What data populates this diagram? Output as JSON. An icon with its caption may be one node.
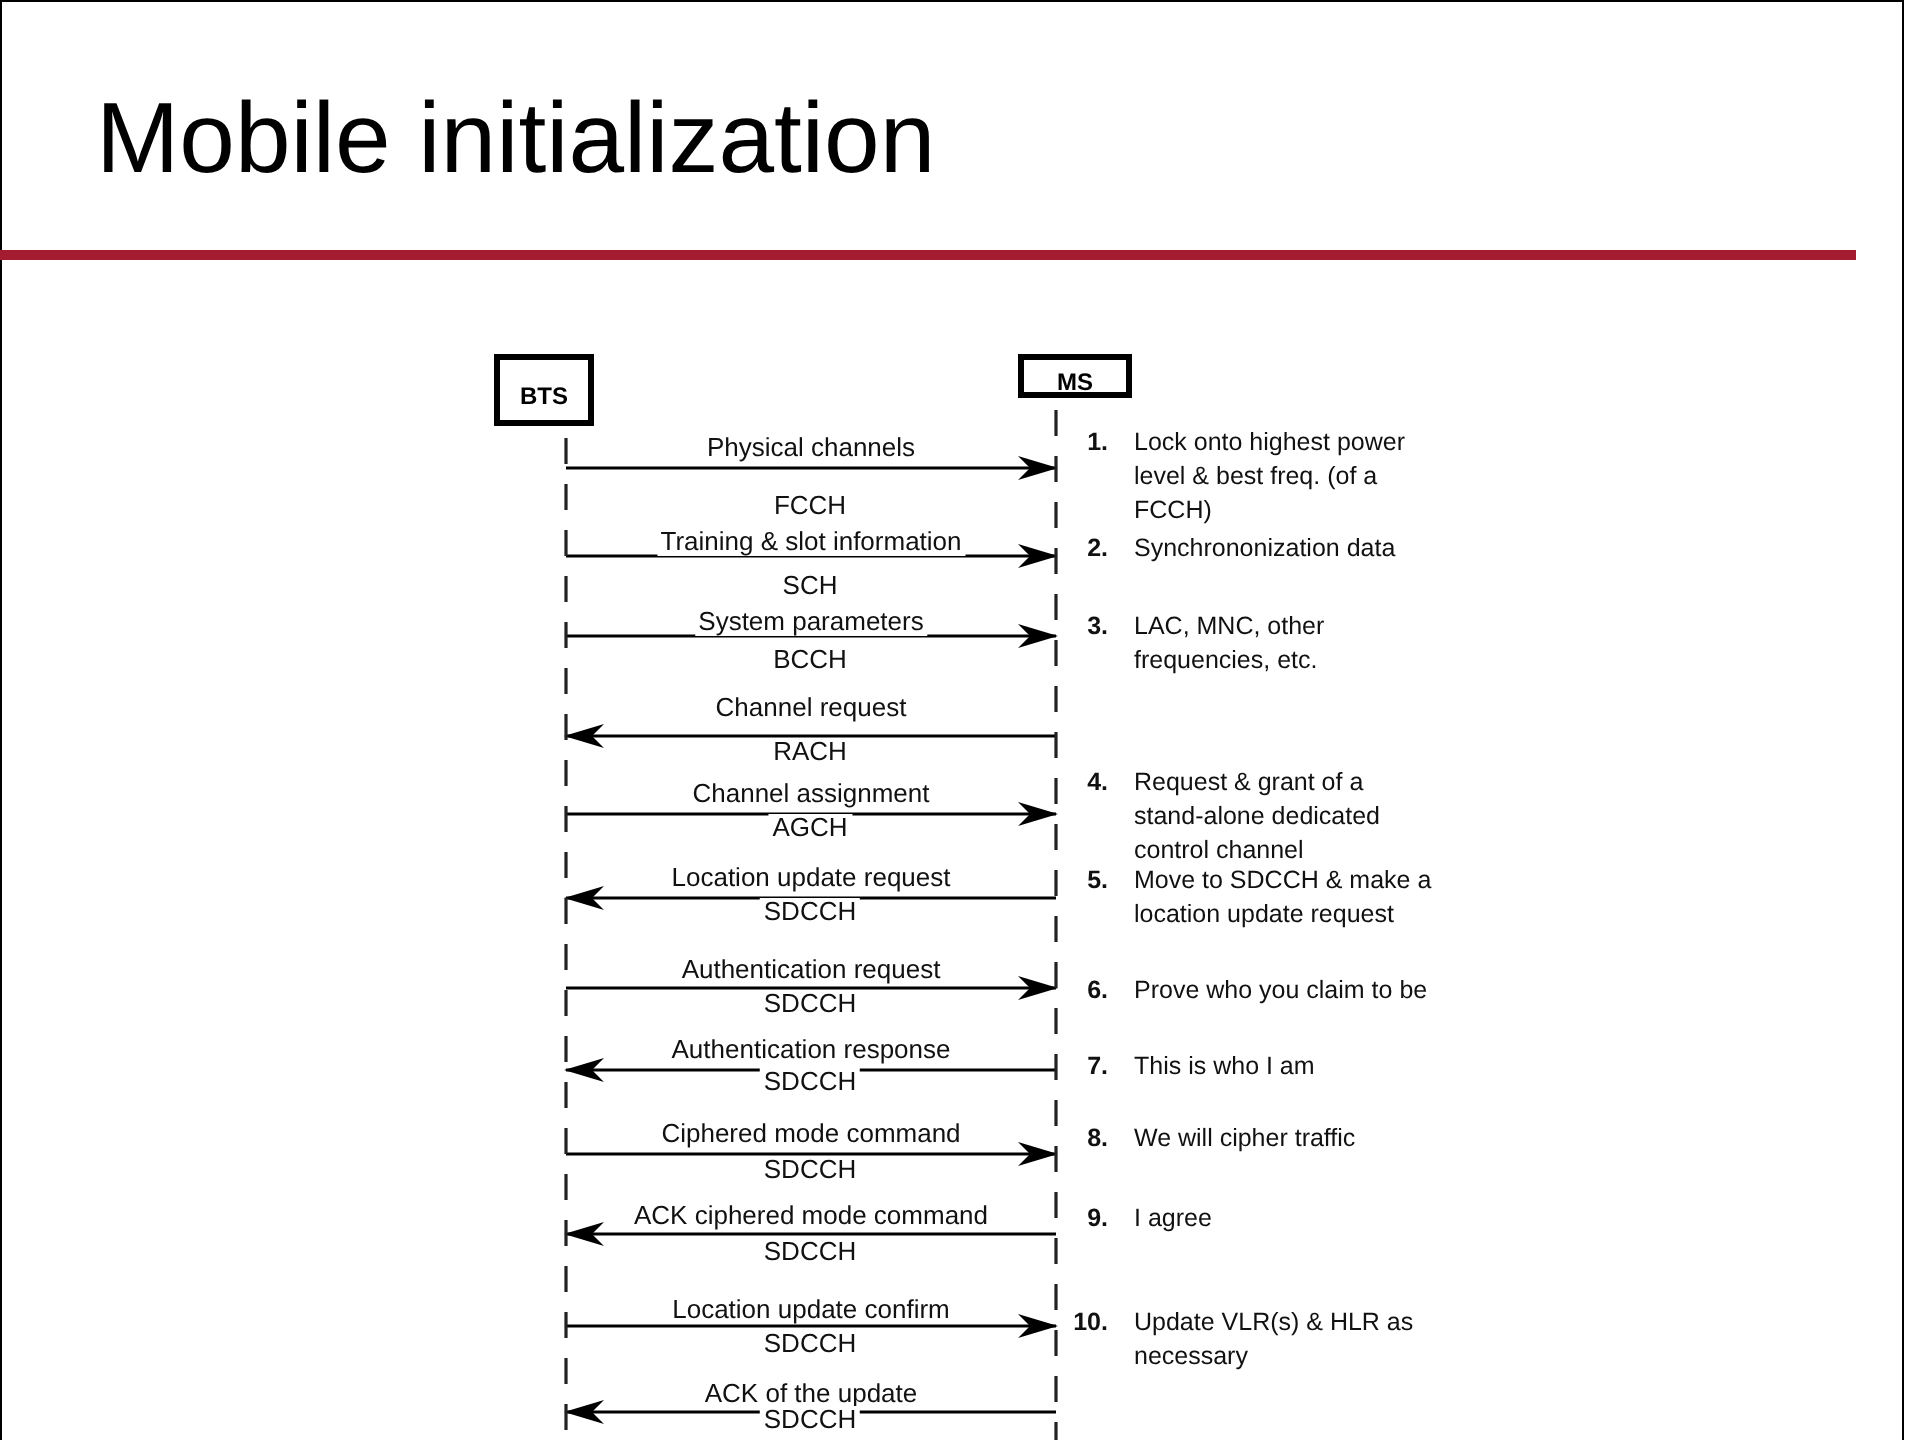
{
  "diagram": {
    "title": "Mobile initialization",
    "nodes": [
      {
        "text": [
          "BTS"
        ]
      },
      {
        "text": [
          "MS"
        ]
      }
    ],
    "edges": [
      {
        "from": 0,
        "to": 1,
        "arrow": "to",
        "label": "Physical channels"
      },
      {
        "from": 0,
        "to": 1,
        "arrow": "to",
        "label": "Training & slot information"
      },
      {
        "from": 0,
        "to": 1,
        "arrow": "to",
        "label": "System parameters"
      },
      {
        "from": 1,
        "to": 0,
        "arrow": "to",
        "label": "Channel request"
      },
      {
        "from": 0,
        "to": 1,
        "arrow": "to",
        "label": "Channel assignment"
      },
      {
        "from": 1,
        "to": 0,
        "arrow": "to",
        "label": "Location update request"
      },
      {
        "from": 0,
        "to": 1,
        "arrow": "to",
        "label": "Authentication request"
      },
      {
        "from": 1,
        "to": 0,
        "arrow": "to",
        "label": "Authentication response"
      },
      {
        "from": 0,
        "to": 1,
        "arrow": "to",
        "label": "Ciphered mode command"
      },
      {
        "from": 1,
        "to": 0,
        "arrow": "to",
        "label": "ACK ciphered mode command"
      },
      {
        "from": 0,
        "to": 1,
        "arrow": "to",
        "label": "Location update confirm"
      },
      {
        "from": 1,
        "to": 0,
        "arrow": "to",
        "label": "ACK of the update"
      }
    ],
    "labels": [
      "FCCH",
      "SCH",
      "BCCH",
      "RACH",
      "AGCH",
      "SDCCH",
      "SDCCH",
      "SDCCH",
      "SDCCH",
      "SDCCH",
      "SDCCH",
      "SDCCH",
      "1.",
      "Lock onto highest power level & best freq. (of a FCCH)",
      "2.",
      "Synchrononization data",
      "3.",
      "LAC, MNC, other frequencies, etc.",
      "4.",
      "Request & grant of a stand-alone dedicated control channel",
      "5.",
      "Move to SDCCH & make a location update request",
      "6.",
      "Prove who you claim to be",
      "7.",
      "This is who I am",
      "8.",
      "We will cipher traffic",
      "9.",
      "I agree",
      "10.",
      "Update VLR(s) & HLR as necessary"
    ]
  }
}
